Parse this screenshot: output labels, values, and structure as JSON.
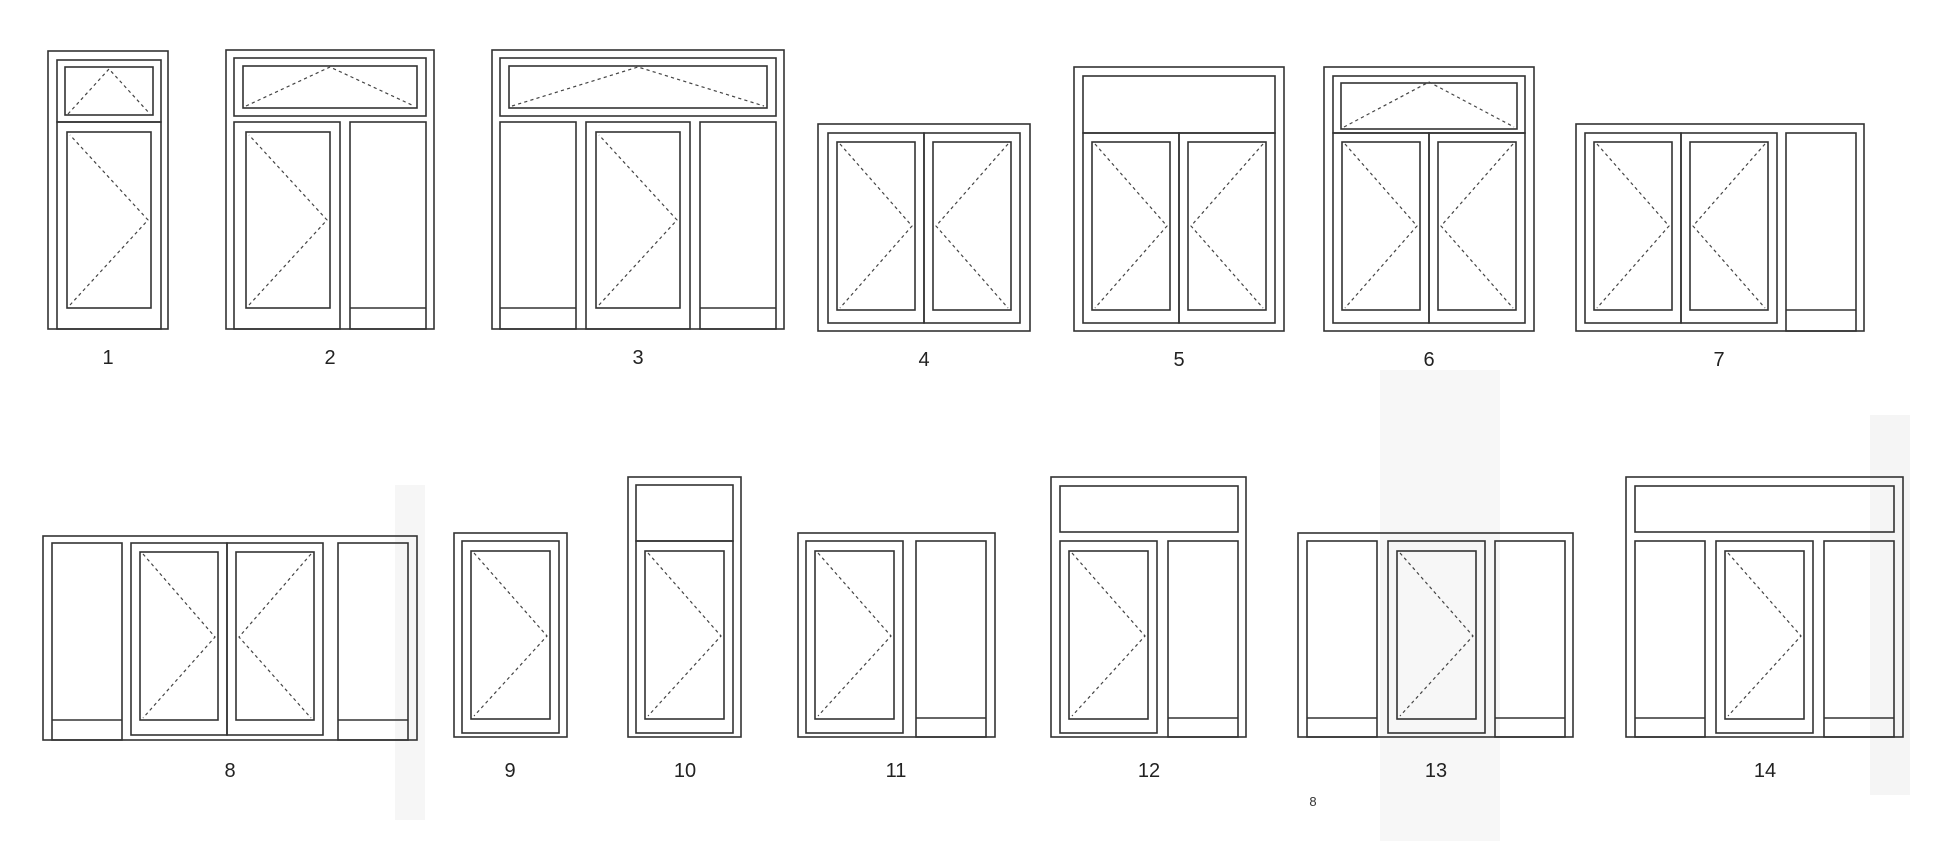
{
  "diagrams": [
    {
      "label": "1"
    },
    {
      "label": "2"
    },
    {
      "label": "3"
    },
    {
      "label": "4"
    },
    {
      "label": "5"
    },
    {
      "label": "6"
    },
    {
      "label": "7"
    },
    {
      "label": "8"
    },
    {
      "label": "9"
    },
    {
      "label": "10"
    },
    {
      "label": "11"
    },
    {
      "label": "12"
    },
    {
      "label": "13"
    },
    {
      "label": "14"
    }
  ],
  "stray_mark": "8"
}
